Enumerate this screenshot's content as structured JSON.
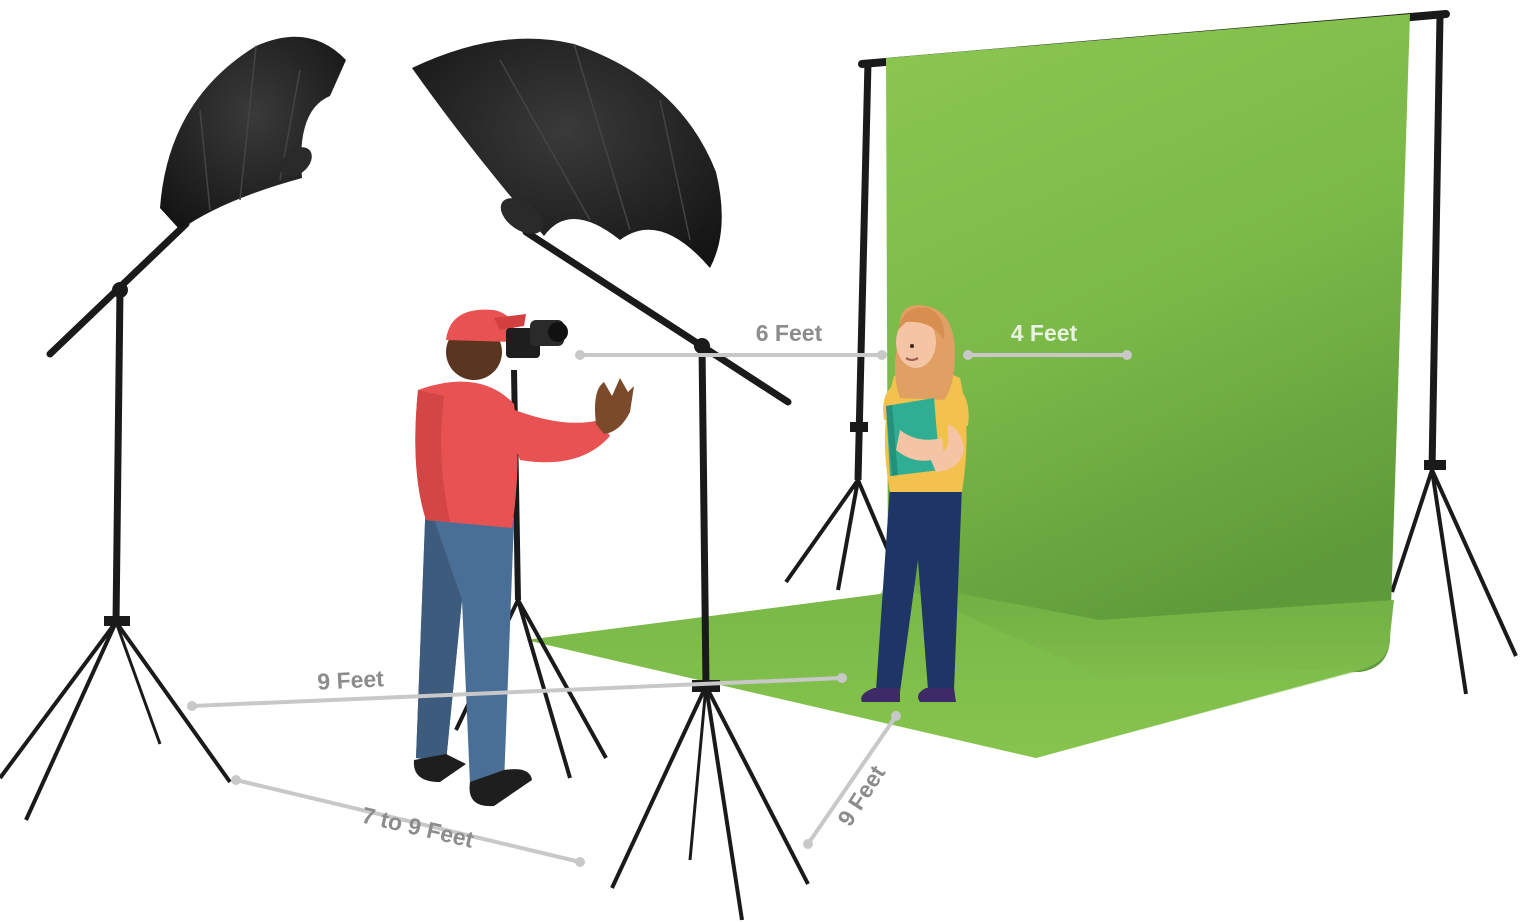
{
  "colors": {
    "backdrop_light": "#8cc751",
    "backdrop_dark": "#5f9a3a",
    "dimension_line": "#c8c8c8",
    "dimension_text": "#8c8c8c",
    "dimension_text_on_green": "#e9f3df",
    "stand": "#1a1a1a",
    "umbrella": "#1e1e1e",
    "photographer_shirt": "#e85252",
    "photographer_jeans": "#4a6f96",
    "subject_shirt": "#f2c14e",
    "subject_pants": "#1e3566",
    "subject_hair": "#e0a064",
    "notebook": "#2fae94"
  },
  "measurements": {
    "photographer_to_subject": "6 Feet",
    "subject_to_backdrop": "4 Feet",
    "light_to_subject": "9 Feet",
    "between_lights": "7 to 9 Feet",
    "floor_depth": "9 Feet"
  }
}
